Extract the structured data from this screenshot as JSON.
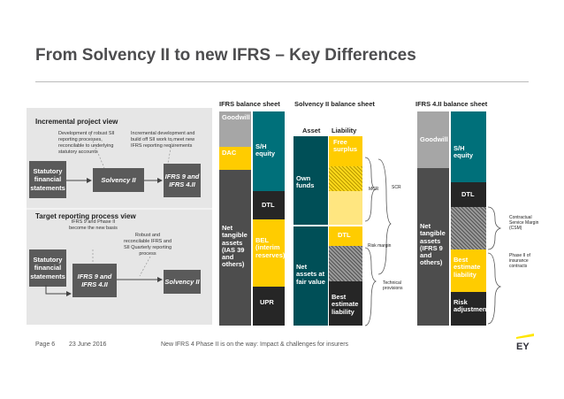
{
  "title": "From Solvency II to new IFRS – Key Differences",
  "left_panel": {
    "incremental_heading": "Incremental project view",
    "note_dev": "Development of robust SII reporting processes, reconcilable to underlying statutory accounts",
    "note_incremental": "Incremental development and build off SII work to meet new IFRS reporting requirements",
    "box_statutory_1": "Statutory financial statements",
    "box_solvency_1": "Solvency II",
    "box_ifrs48": "IFRS 9 and IFRS 4.II",
    "target_heading": "Target reporting process view",
    "note_phase2": "IFRS 9 and Phase II become the new basis",
    "note_robust": "Robust and reconcilable IFRS and SII Quarterly reporting process",
    "box_statutory_2": "Statutory financial statements",
    "box_ifrs42": "IFRS 9 and IFRS 4.II",
    "box_solvency_2": "Solvency II"
  },
  "ifrs_bs": {
    "heading": "IFRS balance sheet",
    "goodwill": "Goodwill",
    "dac": "DAC",
    "net_tangible": "Net tangible assets (IAS 39 and others)",
    "sh_equity": "S/H equity",
    "dtl": "DTL",
    "bel": "BEL (interim reserves)",
    "upr": "UPR"
  },
  "solvency_bs": {
    "heading": "Solvency II balance sheet",
    "asset": "Asset",
    "liability": "Liability",
    "own_funds": "Own funds",
    "free_surplus": "Free surplus",
    "net_assets": "Net assets at fair value",
    "dtl": "DTL",
    "best_estimate": "Best estimate liability",
    "mcr": "MCR",
    "scr": "SCR",
    "risk_margin": "Risk margin",
    "technical_provisions": "Technical provisions"
  },
  "ifrs4_bs": {
    "heading": "IFRS 4.II balance sheet",
    "goodwill": "Goodwill",
    "sh_equity": "S/H equity",
    "dtl": "DTL",
    "net_tangible": "Net tangible assets (IFRS 9 and others)",
    "best_estimate": "Best estimate liability",
    "risk_adjustment": "Risk adjustment",
    "csm": "Contractual Service Margin (CSM)",
    "phase2": "Phase II of insurance contracts"
  },
  "footer": {
    "page": "Page 6",
    "date": "23 June 2016",
    "caption": "New IFRS 4 Phase II is on the way: Impact & challenges for insurers"
  },
  "colors": {
    "ey_yellow": "#ffe600",
    "teal": "#00707a",
    "gray": "#a6a6a6"
  }
}
